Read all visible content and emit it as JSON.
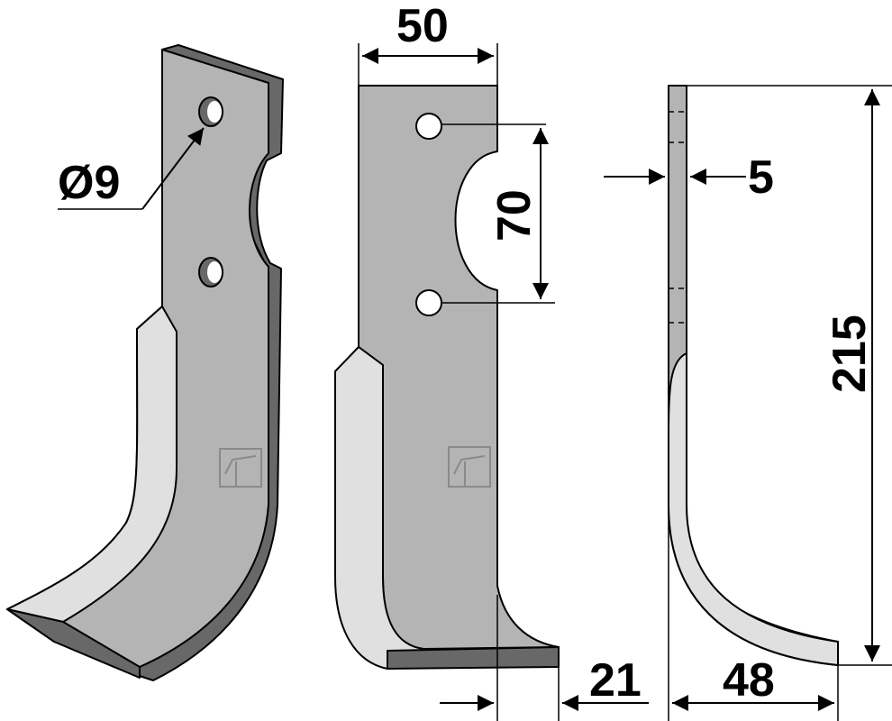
{
  "colors": {
    "steel": "#b4b4b4",
    "edge": "#686868",
    "bevel": "#e0e0e0",
    "line": "#000000",
    "mark": "#8a8a8a",
    "background": "#ffffff"
  },
  "dimensions": {
    "hole_diameter": "Ø9",
    "width_top": "50",
    "hole_spacing": "70",
    "thickness": "5",
    "height": "215",
    "offset": "21",
    "depth": "48"
  },
  "icons": {
    "manufacturer_mark": "trademark-logo-icon"
  }
}
